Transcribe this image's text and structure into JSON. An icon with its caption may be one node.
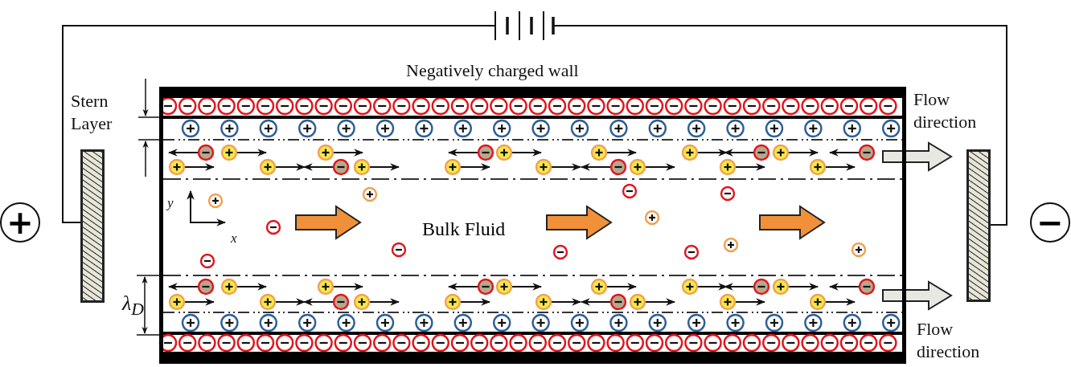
{
  "diagram": {
    "nodes": [
      {
        "text": [
          "+"
        ]
      },
      {
        "text": [
          "−"
        ]
      },
      {
        "text": [],
        "shape": "bar"
      },
      {
        "text": [],
        "shape": "bar"
      },
      {
        "text": [],
        "shape": "battery"
      },
      {
        "text": [
          "Bulk Fluid"
        ]
      }
    ],
    "edges": [
      {
        "from": 2,
        "to": 4,
        "arrow": "none"
      },
      {
        "from": 4,
        "to": 3,
        "arrow": "none"
      },
      {
        "from": 5,
        "to": null,
        "arrow": "to"
      },
      {
        "from": 5,
        "to": null,
        "arrow": "to"
      }
    ],
    "labels": [
      "Negatively charged wall",
      "Stern Layer",
      "Flow direction",
      "Flow direction",
      "y",
      "x",
      "λ$_{D}$"
    ]
  }
}
